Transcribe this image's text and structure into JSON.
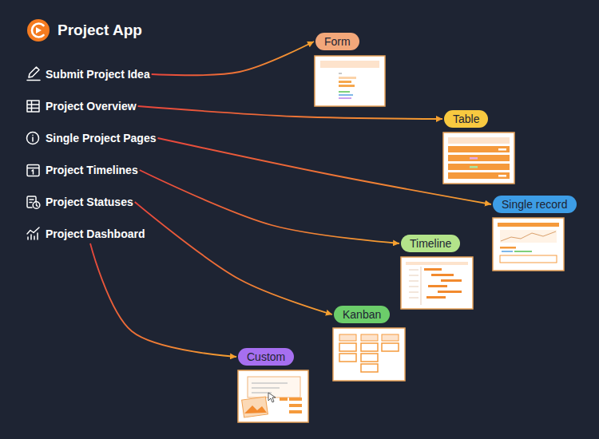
{
  "diagram": {
    "title": "Project App",
    "nodes": [
      {
        "text": [
          "Submit Project Idea"
        ]
      },
      {
        "text": [
          "Project Overview"
        ]
      },
      {
        "text": [
          "Single Project Pages"
        ]
      },
      {
        "text": [
          "Project Timelines"
        ]
      },
      {
        "text": [
          "Project Statuses"
        ]
      },
      {
        "text": [
          "Project Dashboard"
        ]
      },
      {
        "text": [
          "Form"
        ]
      },
      {
        "text": [
          "Table"
        ]
      },
      {
        "text": [
          "Single record"
        ]
      },
      {
        "text": [
          "Timeline"
        ]
      },
      {
        "text": [
          "Kanban"
        ]
      },
      {
        "text": [
          "Custom"
        ]
      }
    ],
    "edges": [
      {
        "from": 0,
        "to": 6,
        "arrow": "to"
      },
      {
        "from": 1,
        "to": 7,
        "arrow": "to"
      },
      {
        "from": 2,
        "to": 8,
        "arrow": "to"
      },
      {
        "from": 3,
        "to": 9,
        "arrow": "to"
      },
      {
        "from": 4,
        "to": 10,
        "arrow": "to"
      },
      {
        "from": 5,
        "to": 11,
        "arrow": "to"
      }
    ]
  }
}
